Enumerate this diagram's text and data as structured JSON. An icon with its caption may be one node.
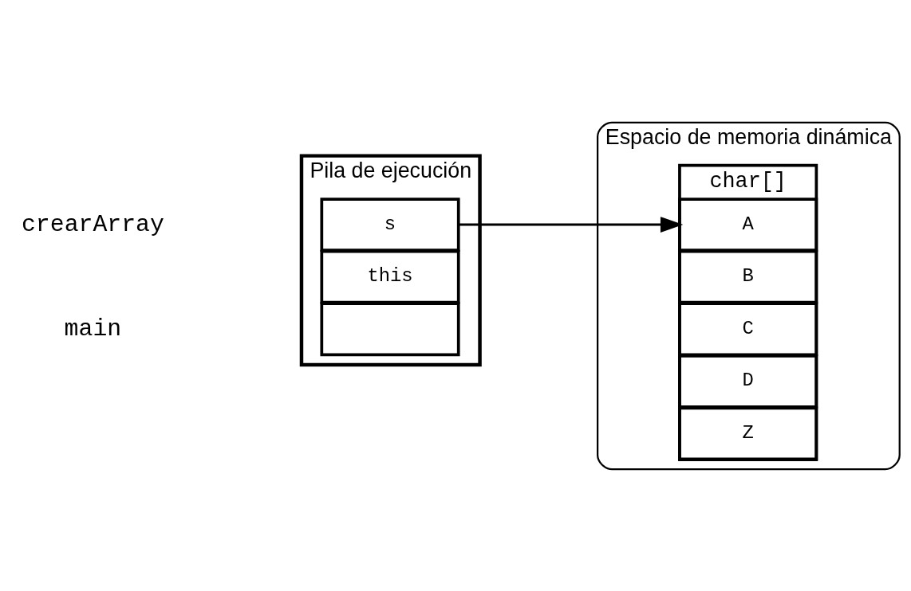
{
  "diagram": {
    "nodes": [
      {
        "text": [
          "Pila de ejecución"
        ]
      },
      {
        "text": [
          "s"
        ],
        "in": 0
      },
      {
        "text": [
          "this"
        ],
        "in": 0
      },
      {
        "text": [],
        "shape": "box",
        "in": 0
      },
      {
        "text": [
          "Espacio de memoria dinámica"
        ]
      },
      {
        "text": [
          "char[]"
        ],
        "in": 4
      },
      {
        "text": [
          "A"
        ],
        "in": 5
      },
      {
        "text": [
          "B"
        ],
        "in": 5
      },
      {
        "text": [
          "C"
        ],
        "in": 5
      },
      {
        "text": [
          "D"
        ],
        "in": 5
      },
      {
        "text": [
          "Z"
        ],
        "in": 5
      }
    ],
    "edges": [
      {
        "from": 1,
        "to": 6,
        "arrow": "to"
      }
    ],
    "labels": [
      "crearArray",
      "main"
    ]
  }
}
